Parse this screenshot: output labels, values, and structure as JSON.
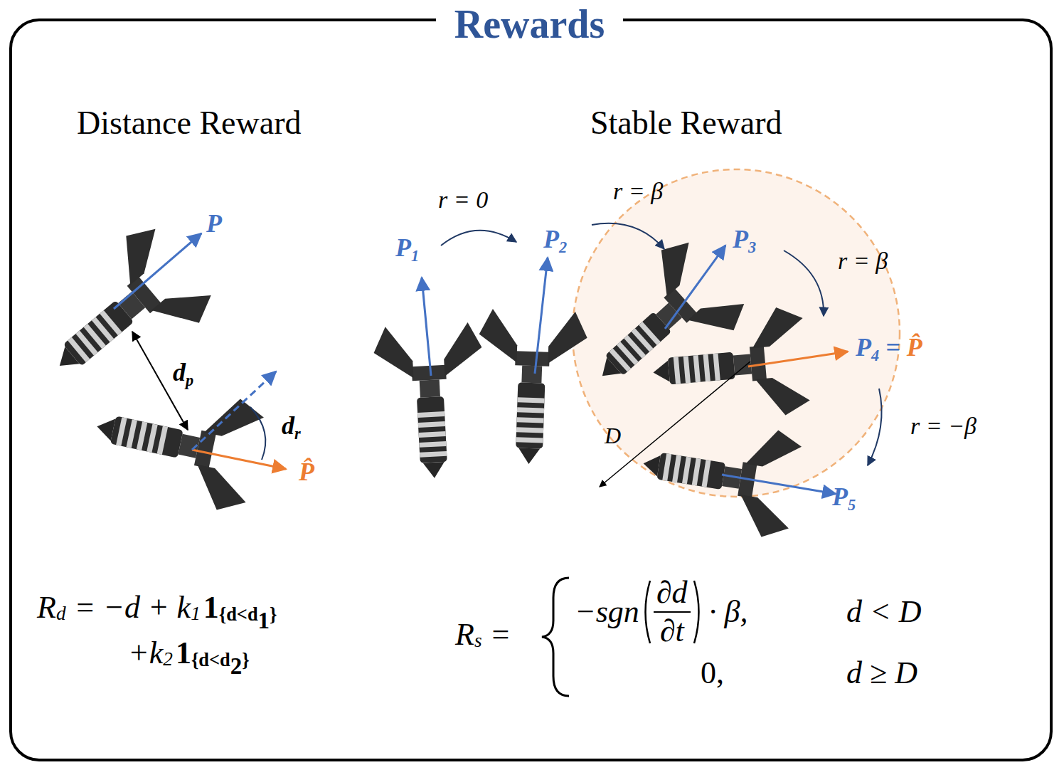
{
  "diagram": {
    "title": "Rewards",
    "labels": [
      "Distance Reward",
      "Stable Reward",
      "P",
      "d",
      "p",
      "d",
      "r",
      "P̂",
      "r = 0",
      "r = β",
      "r = β",
      "r = −β",
      "P",
      "1",
      "P",
      "2",
      "P",
      "3",
      "P",
      "4",
      "=",
      "P̂",
      "P",
      "5",
      "D",
      "R",
      "d",
      "= −d + k",
      "1",
      "1",
      "{d<d",
      "1",
      "}",
      "+k",
      "2",
      "1",
      "{d<d",
      "2",
      "}",
      "R",
      "s",
      "=",
      "−sgn",
      "∂d",
      "∂t",
      "· β,",
      "d < D",
      "0,",
      "d ≥ D"
    ]
  }
}
